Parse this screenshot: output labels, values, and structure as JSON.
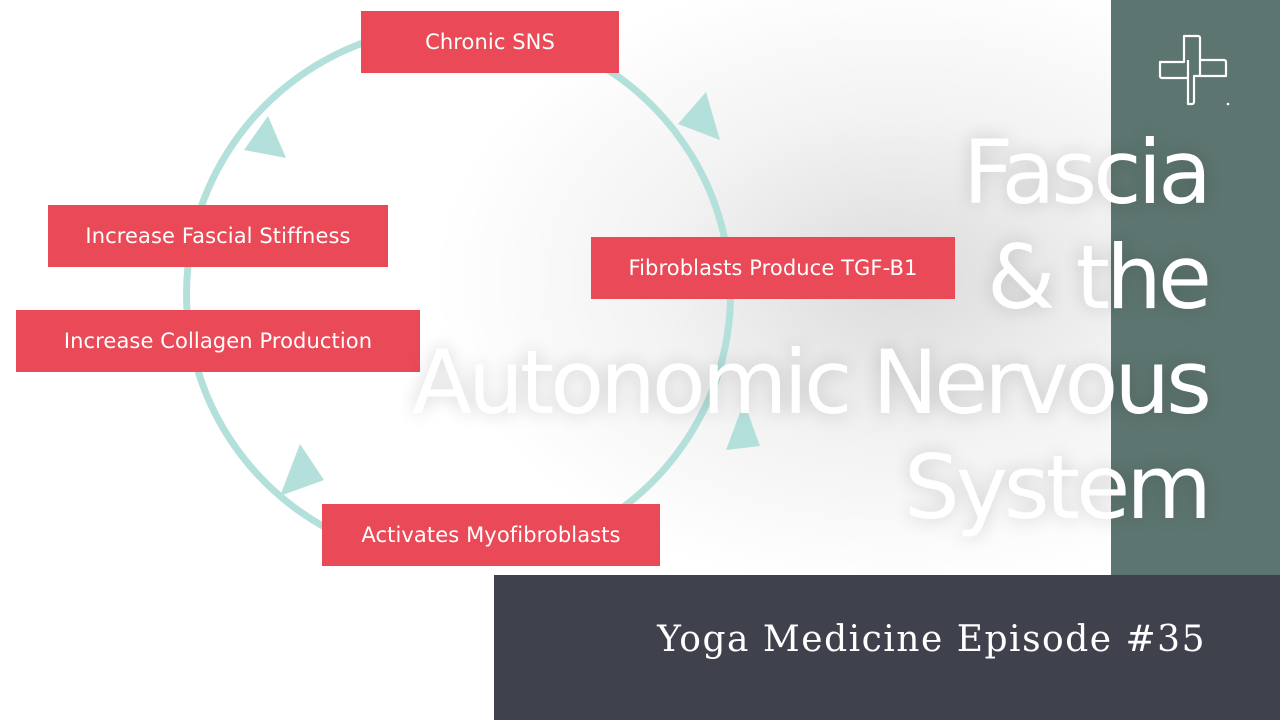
{
  "diagram": {
    "nodes": [
      {
        "id": "chronic",
        "label": "Chronic SNS"
      },
      {
        "id": "fibro",
        "label": "Fibroblasts Produce TGF-B1"
      },
      {
        "id": "myo",
        "label": "Activates Myofibroblasts"
      },
      {
        "id": "collagen",
        "label": "Increase Collagen Production"
      },
      {
        "id": "stiff",
        "label": "Increase Fascial Stiffness"
      }
    ]
  },
  "title": {
    "line1": "Fascia",
    "line2": "& the",
    "line3": "Autonomic Nervous",
    "line4": "System"
  },
  "banner": {
    "text": "Yoga Medicine Episode #35"
  },
  "colors": {
    "node_fill": "#ea4a57",
    "cycle_stroke": "#b4e0dc",
    "side_panel": "#5d7570",
    "banner_bg": "#3f414c"
  },
  "icons": {
    "logo": "cross-logo-icon"
  }
}
